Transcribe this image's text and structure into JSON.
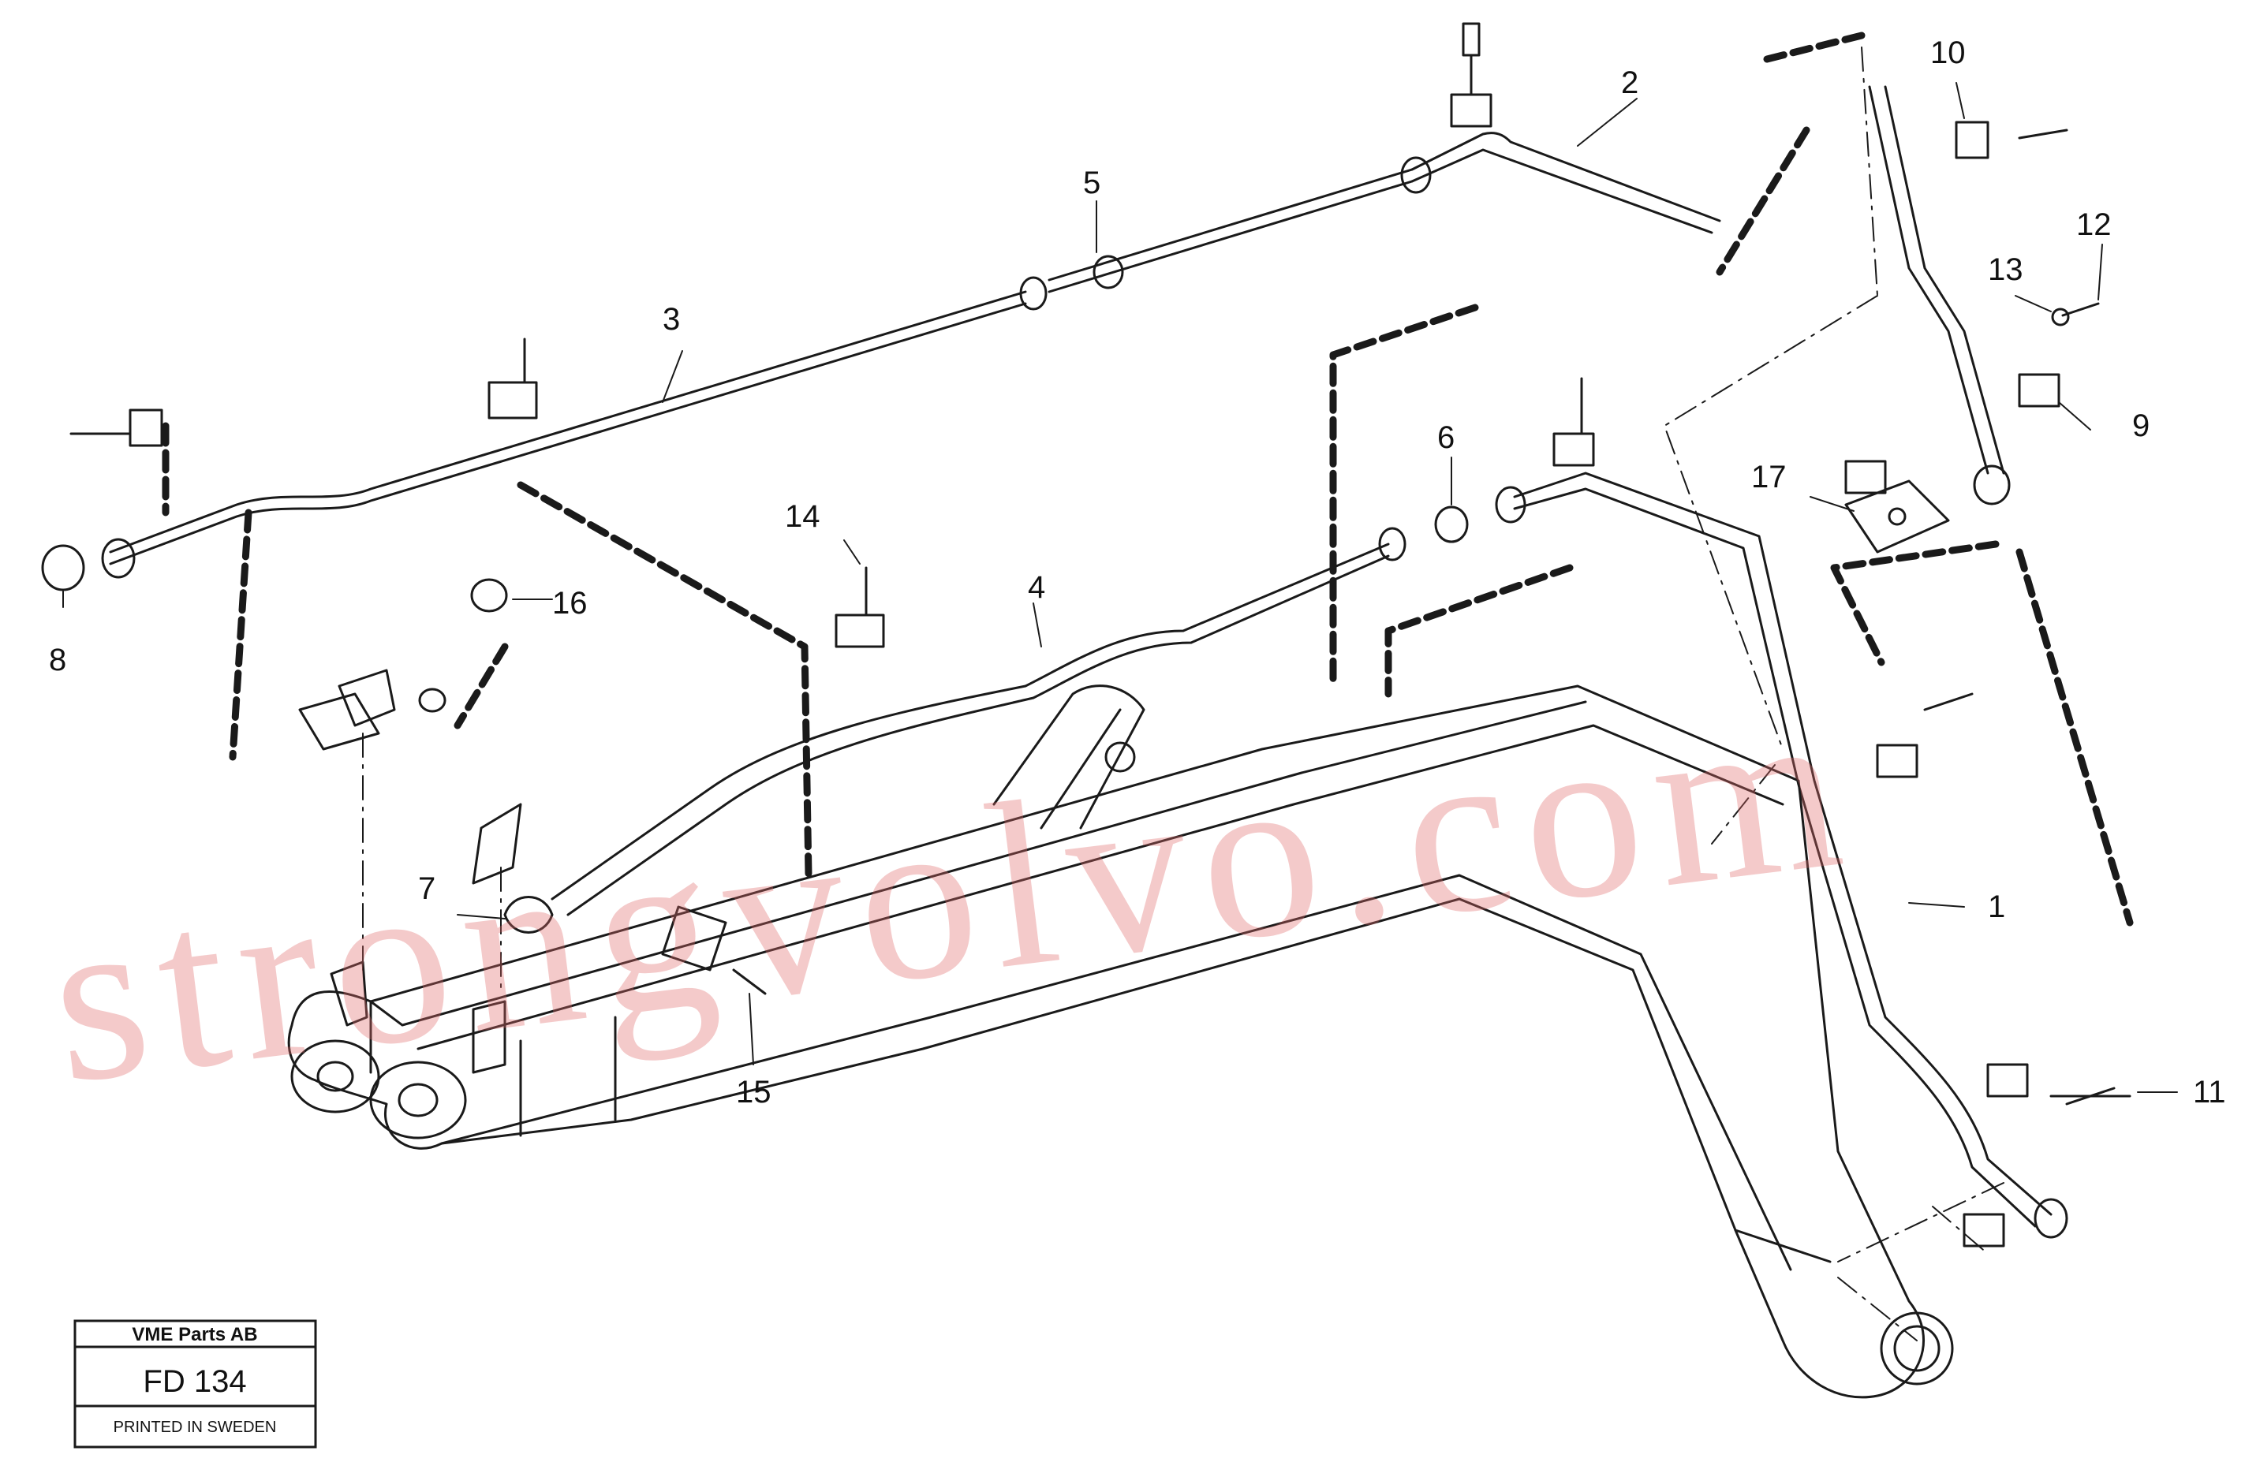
{
  "diagram": {
    "part_numbers": [
      "1",
      "2",
      "3",
      "4",
      "5",
      "6",
      "7",
      "8",
      "9",
      "10",
      "11",
      "12",
      "13",
      "14",
      "15",
      "16",
      "17"
    ],
    "watermark": "strongvolvo.com",
    "title_block": {
      "company": "VME Parts AB",
      "drawing_code": "FD 134",
      "printed": "PRINTED IN SWEDEN"
    }
  }
}
